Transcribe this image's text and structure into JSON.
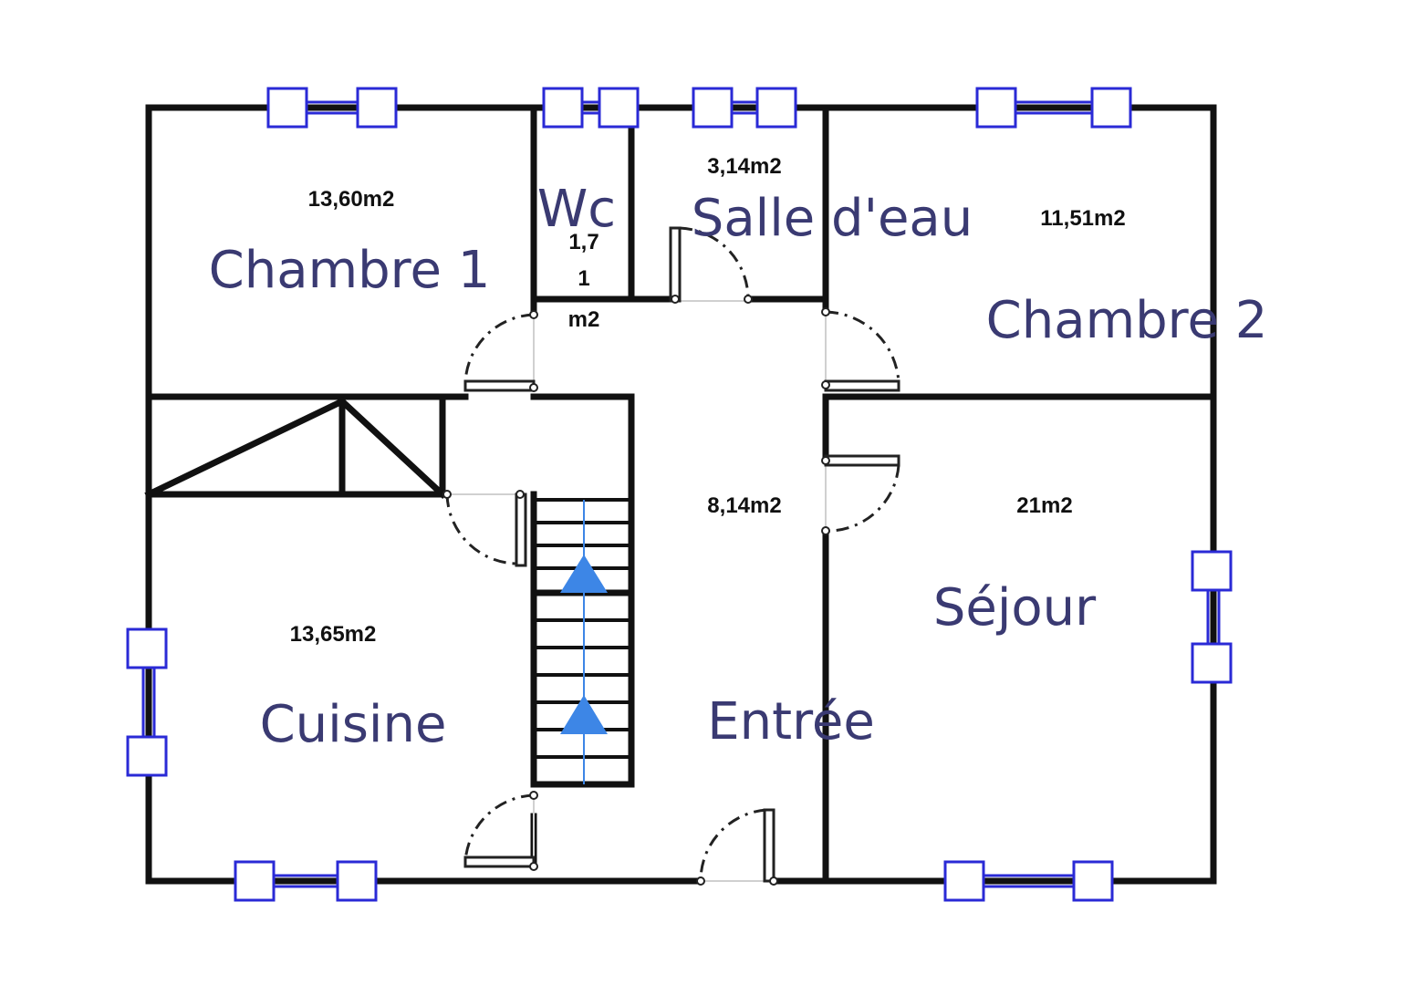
{
  "rooms": {
    "chambre1": {
      "name": "Chambre 1",
      "area": "13,60m2"
    },
    "wc": {
      "name": "Wc",
      "area_line1": "1,7",
      "area_line2": "1",
      "area_line3": "m2"
    },
    "salle_eau": {
      "name": "Salle d'eau",
      "area": "3,14m2"
    },
    "chambre2": {
      "name": "Chambre 2",
      "area": "11,51m2"
    },
    "entree": {
      "name": "Entrée",
      "area": "8,14m2"
    },
    "sejour": {
      "name": "Séjour",
      "area": "21m2"
    },
    "cuisine": {
      "name": "Cuisine",
      "area": "13,65m2"
    }
  },
  "colors": {
    "walls": "#111111",
    "windows": "#2a2ad6",
    "room_labels": "#3a3a72",
    "stair_arrows": "#3d86e6"
  },
  "symbols": {
    "stair_arrow": "up-arrow-icon"
  }
}
